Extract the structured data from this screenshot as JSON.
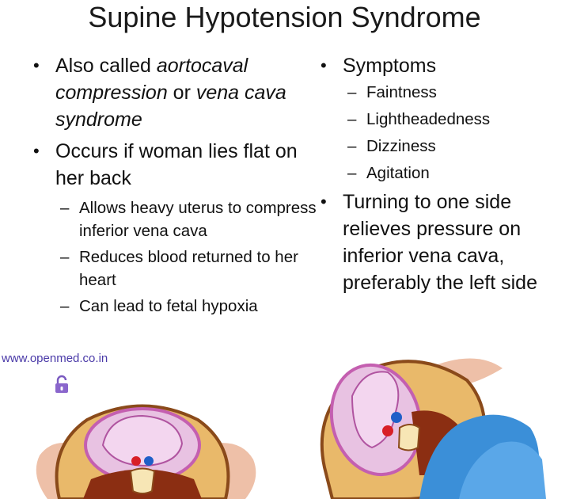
{
  "slide": {
    "title": "Supine Hypotension Syndrome",
    "left": {
      "bullet1": {
        "prefix": "Also called ",
        "term1": "aortocaval compression",
        "mid": " or ",
        "term2": "vena cava syndrome"
      },
      "bullet2": {
        "text": "Occurs if woman lies flat on her back",
        "subitems": [
          "Allows heavy uterus to compress inferior vena cava",
          "Reduces blood returned to her heart",
          "Can lead to fetal hypoxia"
        ]
      }
    },
    "right": {
      "bullet1": {
        "text": "Symptoms",
        "subitems": [
          "Faintness",
          "Lightheadedness",
          "Dizziness",
          "Agitation"
        ]
      },
      "bullet2": {
        "text": "Turning to one side relieves pressure on inferior vena cava, preferably the left side"
      }
    },
    "bullet_glyph": "•",
    "dash_glyph": "–"
  },
  "watermark": {
    "text": "www.openmed.co.in"
  },
  "icons": {
    "lock": "open-lock-icon"
  },
  "colors": {
    "uterus_outline": "#c45fb0",
    "uterus_fill": "#e8c2e2",
    "abdomen": "#e9b96a",
    "abdomen_outline": "#8a4a1a",
    "muscle": "#8b2e12",
    "aorta": "#d81f26",
    "vena_cava": "#1f5fc8",
    "pillow": "#3b8fd8",
    "skin": "#eec0a8",
    "watermark": "#4a3aa8"
  }
}
